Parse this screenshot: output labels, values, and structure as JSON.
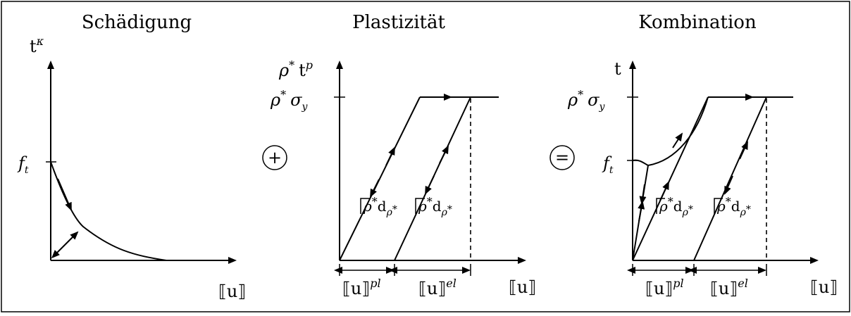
{
  "panels": {
    "damage": {
      "title": "Schädigung",
      "y_axis": {
        "base": "t",
        "sup": "κ"
      },
      "tick_label": {
        "base": "f",
        "sub": "t"
      },
      "x_axis": "⟦u⟧"
    },
    "plasticity": {
      "title": "Plastizität",
      "y_axis": {
        "rho": "ρ",
        "star": "*",
        "base": "t",
        "sup": "p"
      },
      "tick_label": {
        "rho": "ρ",
        "star": "*",
        "sigma": "σ",
        "sub": "y"
      },
      "slope_label": {
        "rho": "ρ",
        "star": "*",
        "d": "d",
        "sub_rho": "ρ",
        "sub_star": "*"
      },
      "x_axis": "⟦u⟧",
      "bracket_pl": {
        "base": "⟦u⟧",
        "sup": "pl"
      },
      "bracket_el": {
        "base": "⟦u⟧",
        "sup": "el"
      }
    },
    "combination": {
      "title": "Kombination",
      "y_axis": {
        "base": "t"
      },
      "tick_top": {
        "rho": "ρ",
        "star": "*",
        "sigma": "σ",
        "sub": "y"
      },
      "tick_low": {
        "base": "f",
        "sub": "t"
      },
      "slope_label": {
        "rho": "ρ",
        "star": "*",
        "d": "d",
        "sub_rho": "ρ",
        "sub_star": "*"
      },
      "x_axis": "⟦u⟧",
      "bracket_pl": {
        "base": "⟦u⟧",
        "sup": "pl"
      },
      "bracket_el": {
        "base": "⟦u⟧",
        "sup": "el"
      }
    }
  },
  "operators": {
    "plus": "+",
    "equals": "="
  }
}
